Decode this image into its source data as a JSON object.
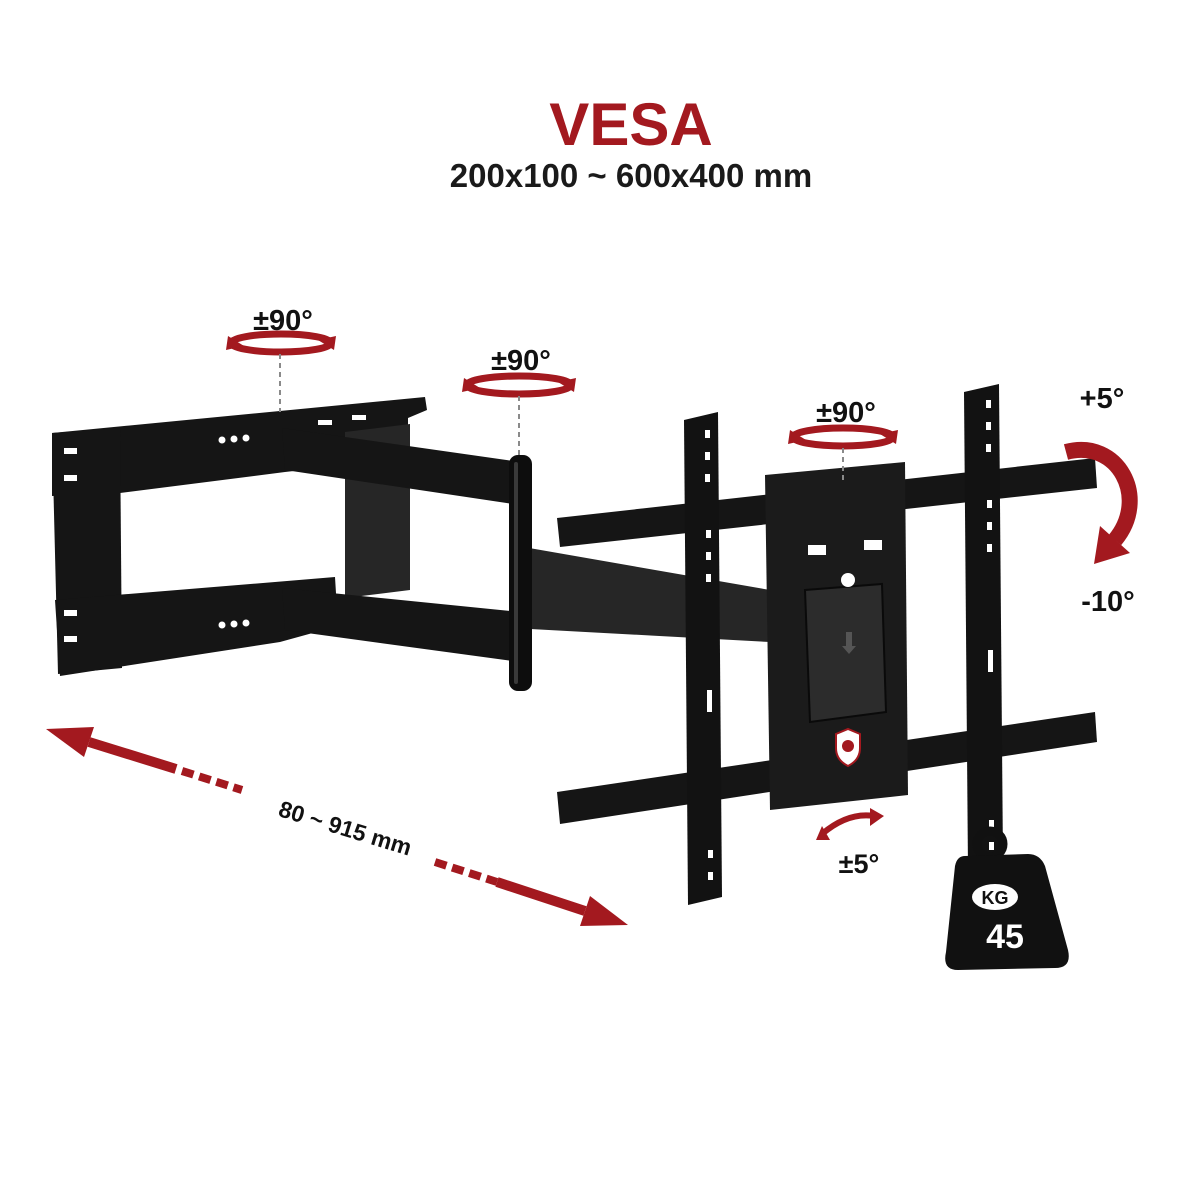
{
  "title": "VESA",
  "subtitle": "200x100 ~ 600x400 mm",
  "rotations": {
    "wall_joint": "±90°",
    "arm_joint": "±90°",
    "plate_joint": "±90°"
  },
  "tilt": {
    "up": "+5°",
    "down": "-10°"
  },
  "swivel_level": "±5°",
  "extension": "80 ~ 915 mm",
  "load": {
    "unit": "KG",
    "value": "45"
  },
  "colors": {
    "accent": "#a3191f",
    "mount": "#151515",
    "background": "#ffffff"
  }
}
